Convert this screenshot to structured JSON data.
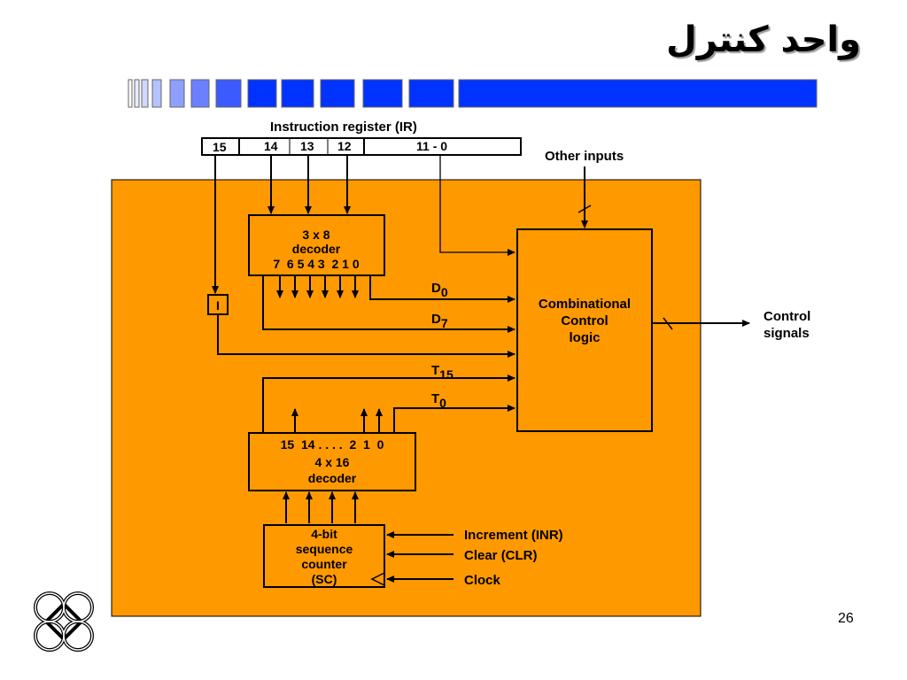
{
  "slide": {
    "title": "واحد کنترل",
    "page_number": "26"
  },
  "colors": {
    "background": "#ffffff",
    "panel_fill": "#FF9900",
    "decor_bar_blue": "#0033FF",
    "line": "#000000"
  },
  "diagram": {
    "instruction_register": {
      "title": "Instruction register (IR)",
      "fields": [
        "15",
        "14",
        "13",
        "12",
        "11 - 0"
      ]
    },
    "other_inputs_label": "Other inputs",
    "i_flipflop_label": "I",
    "decoder_3x8": {
      "line1": "3 x 8",
      "line2": "decoder",
      "outputs": "7  6 5 4 3  2 1 0"
    },
    "signals": {
      "d0_main": "D",
      "d0_sub": "0",
      "d7_main": "D",
      "d7_sub": "7",
      "t15_main": "T",
      "t15_sub": "15",
      "t0_main": "T",
      "t0_sub": "0"
    },
    "combinational_logic": {
      "line1": "Combinational",
      "line2": "Control",
      "line3": "logic"
    },
    "control_signals": {
      "line1": "Control",
      "line2": "signals"
    },
    "decoder_4x16": {
      "outputs": "15  14 . . . .  2  1  0",
      "line1": "4 x 16",
      "line2": "decoder"
    },
    "sequence_counter": {
      "line1": "4-bit",
      "line2": "sequence",
      "line3": "counter",
      "line4": "(SC)"
    },
    "sc_inputs": {
      "increment": "Increment (INR)",
      "clear": "Clear (CLR)",
      "clock": "Clock"
    }
  },
  "icons": {
    "logo": "university-knot-logo-icon"
  }
}
